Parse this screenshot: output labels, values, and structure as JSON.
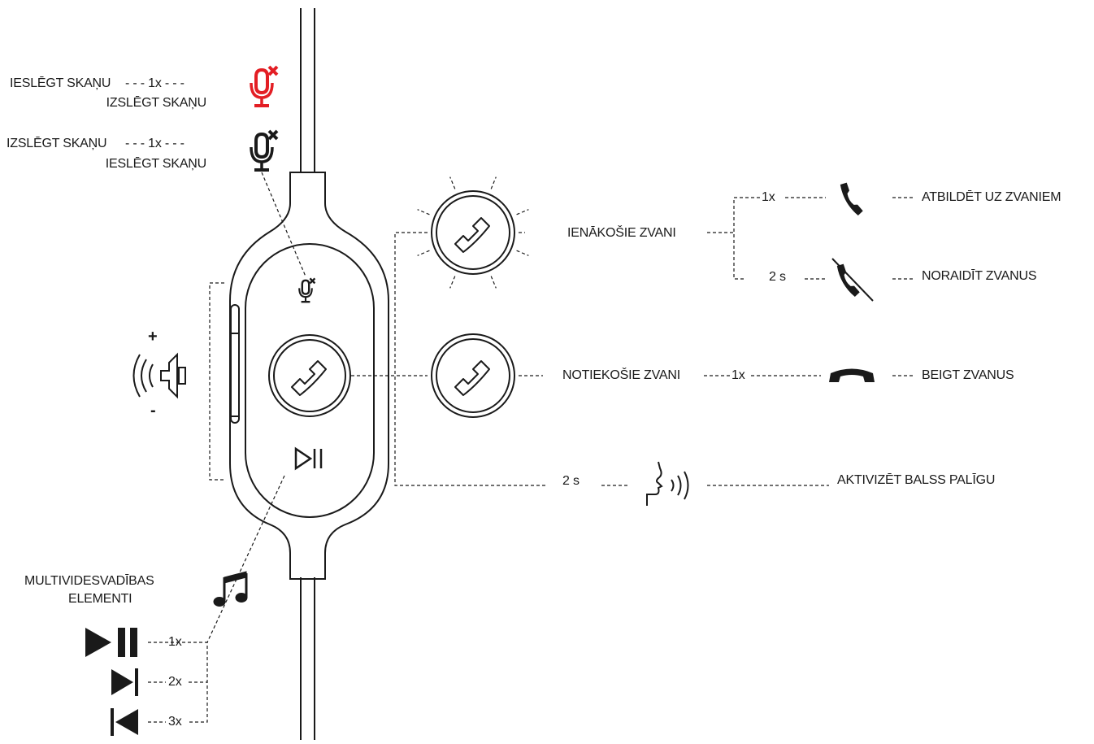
{
  "colors": {
    "ink": "#1a1a1a",
    "mute_red": "#e31e24"
  },
  "mute_section": {
    "muted_state": {
      "from": "IESLĒGT SKAŅU",
      "press": "1x",
      "to": "IZSLĒGT SKAŅU",
      "icon": "mic-muted-red-icon"
    },
    "unmuted_state": {
      "from": "IZSLĒGT SKAŅU",
      "press": "1x",
      "to": "IESLĒGT SKAŅU",
      "icon": "mic-mute-icon"
    }
  },
  "volume": {
    "plus": "+",
    "minus": "-",
    "icon": "speaker-icon"
  },
  "incoming_calls": {
    "label": "IENĀKOŠIE ZVANI",
    "answer": {
      "press": "1x",
      "action": "ATBILDĒT UZ ZVANIEM",
      "icon": "phone-answer-icon"
    },
    "reject": {
      "press": "2 s",
      "action": "NORAIDĪT ZVANUS",
      "icon": "phone-reject-icon"
    }
  },
  "ongoing_calls": {
    "label": "NOTIEKOŠIE ZVANI",
    "press": "1x",
    "action": "BEIGT ZVANUS",
    "icon": "phone-hangup-icon"
  },
  "voice_assistant": {
    "press": "2 s",
    "action": "AKTIVIZĒT BALSS PALĪGU",
    "icon": "voice-head-icon"
  },
  "media": {
    "title_line1": "MULTIVIDESVADĪBAS",
    "title_line2": "ELEMENTI",
    "icon": "music-note-icon",
    "controls": [
      {
        "icon": "play-pause-icon",
        "press": "1x"
      },
      {
        "icon": "next-track-icon",
        "press": "2x"
      },
      {
        "icon": "previous-track-icon",
        "press": "3x"
      }
    ]
  }
}
